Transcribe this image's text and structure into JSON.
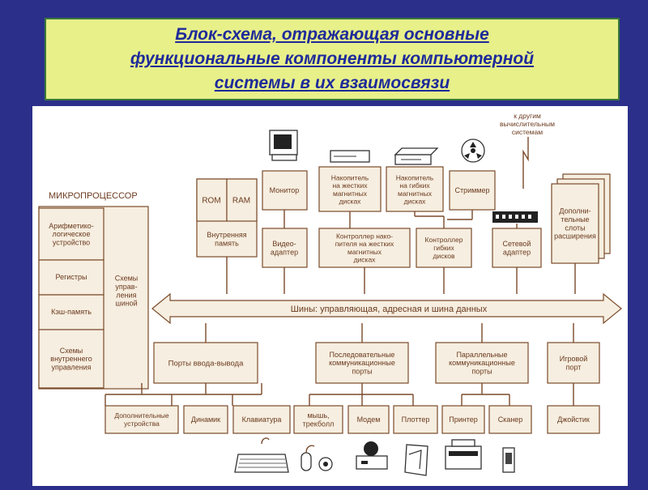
{
  "title": "Блок-схема, отражающая основные\nфункциональные компоненты компьютерной\nсистемы в их взаимосвязи",
  "microprocessor": {
    "label": "МИКРОПРОЦЕССОР",
    "alu": "Арифметико-\nлогическое\nустройство",
    "registers": "Регистры",
    "cache": "Кэш-память",
    "internal_control": "Схемы\nвнутреннего\nуправления",
    "control_circuits": "Схемы\nуправ-\nления\nшиной"
  },
  "memory": {
    "rom": "ROM",
    "ram": "RAM",
    "internal_memory": "Внутренняя\nпамять"
  },
  "top_devices": {
    "monitor": "Монитор",
    "hdd": "Накопитель\nна жестких\nмагнитных\nдисках",
    "fdd": "Накопитель\nна гибких\nмагнитных\nдисках",
    "streamer": "Стриммер",
    "other_systems": "к другим\nвычислительным\nсистемам",
    "extra_slots": "Дополни-\nтельные\nслоты\nрасширения"
  },
  "controllers": {
    "video": "Видео-\nадаптер",
    "hdd_ctrl": "Контроллер нако-\nпителя на жестких\nмагнитных\nдисках",
    "fdd_ctrl": "Контроллер\nгибких\nдисков",
    "network": "Сетевой\nадаптер"
  },
  "bus": "Шины: управляющая, адресная и шина данных",
  "ports": {
    "io": "Порты ввода-вывода",
    "serial": "Последовательные\nкоммуникационные\nпорты",
    "parallel": "Параллельные\nкоммуникационные\nпорты",
    "game": "Игровой\nпорт"
  },
  "peripherals": {
    "extra": "Дополнительные\nустройства",
    "speaker": "Динамик",
    "keyboard": "Клавиатура",
    "mouse": "мышь,\nтрекболл",
    "modem": "Модем",
    "plotter": "Плоттер",
    "printer": "Принтер",
    "scanner": "Сканер",
    "joystick": "Джойстик"
  },
  "colors": {
    "background": "#2b2f8a",
    "title_bg": "#e8f08a",
    "title_text": "#1e2a9a",
    "box_fill": "#f6eee0",
    "box_stroke": "#7a4a2a",
    "text": "#6b3a1e"
  }
}
